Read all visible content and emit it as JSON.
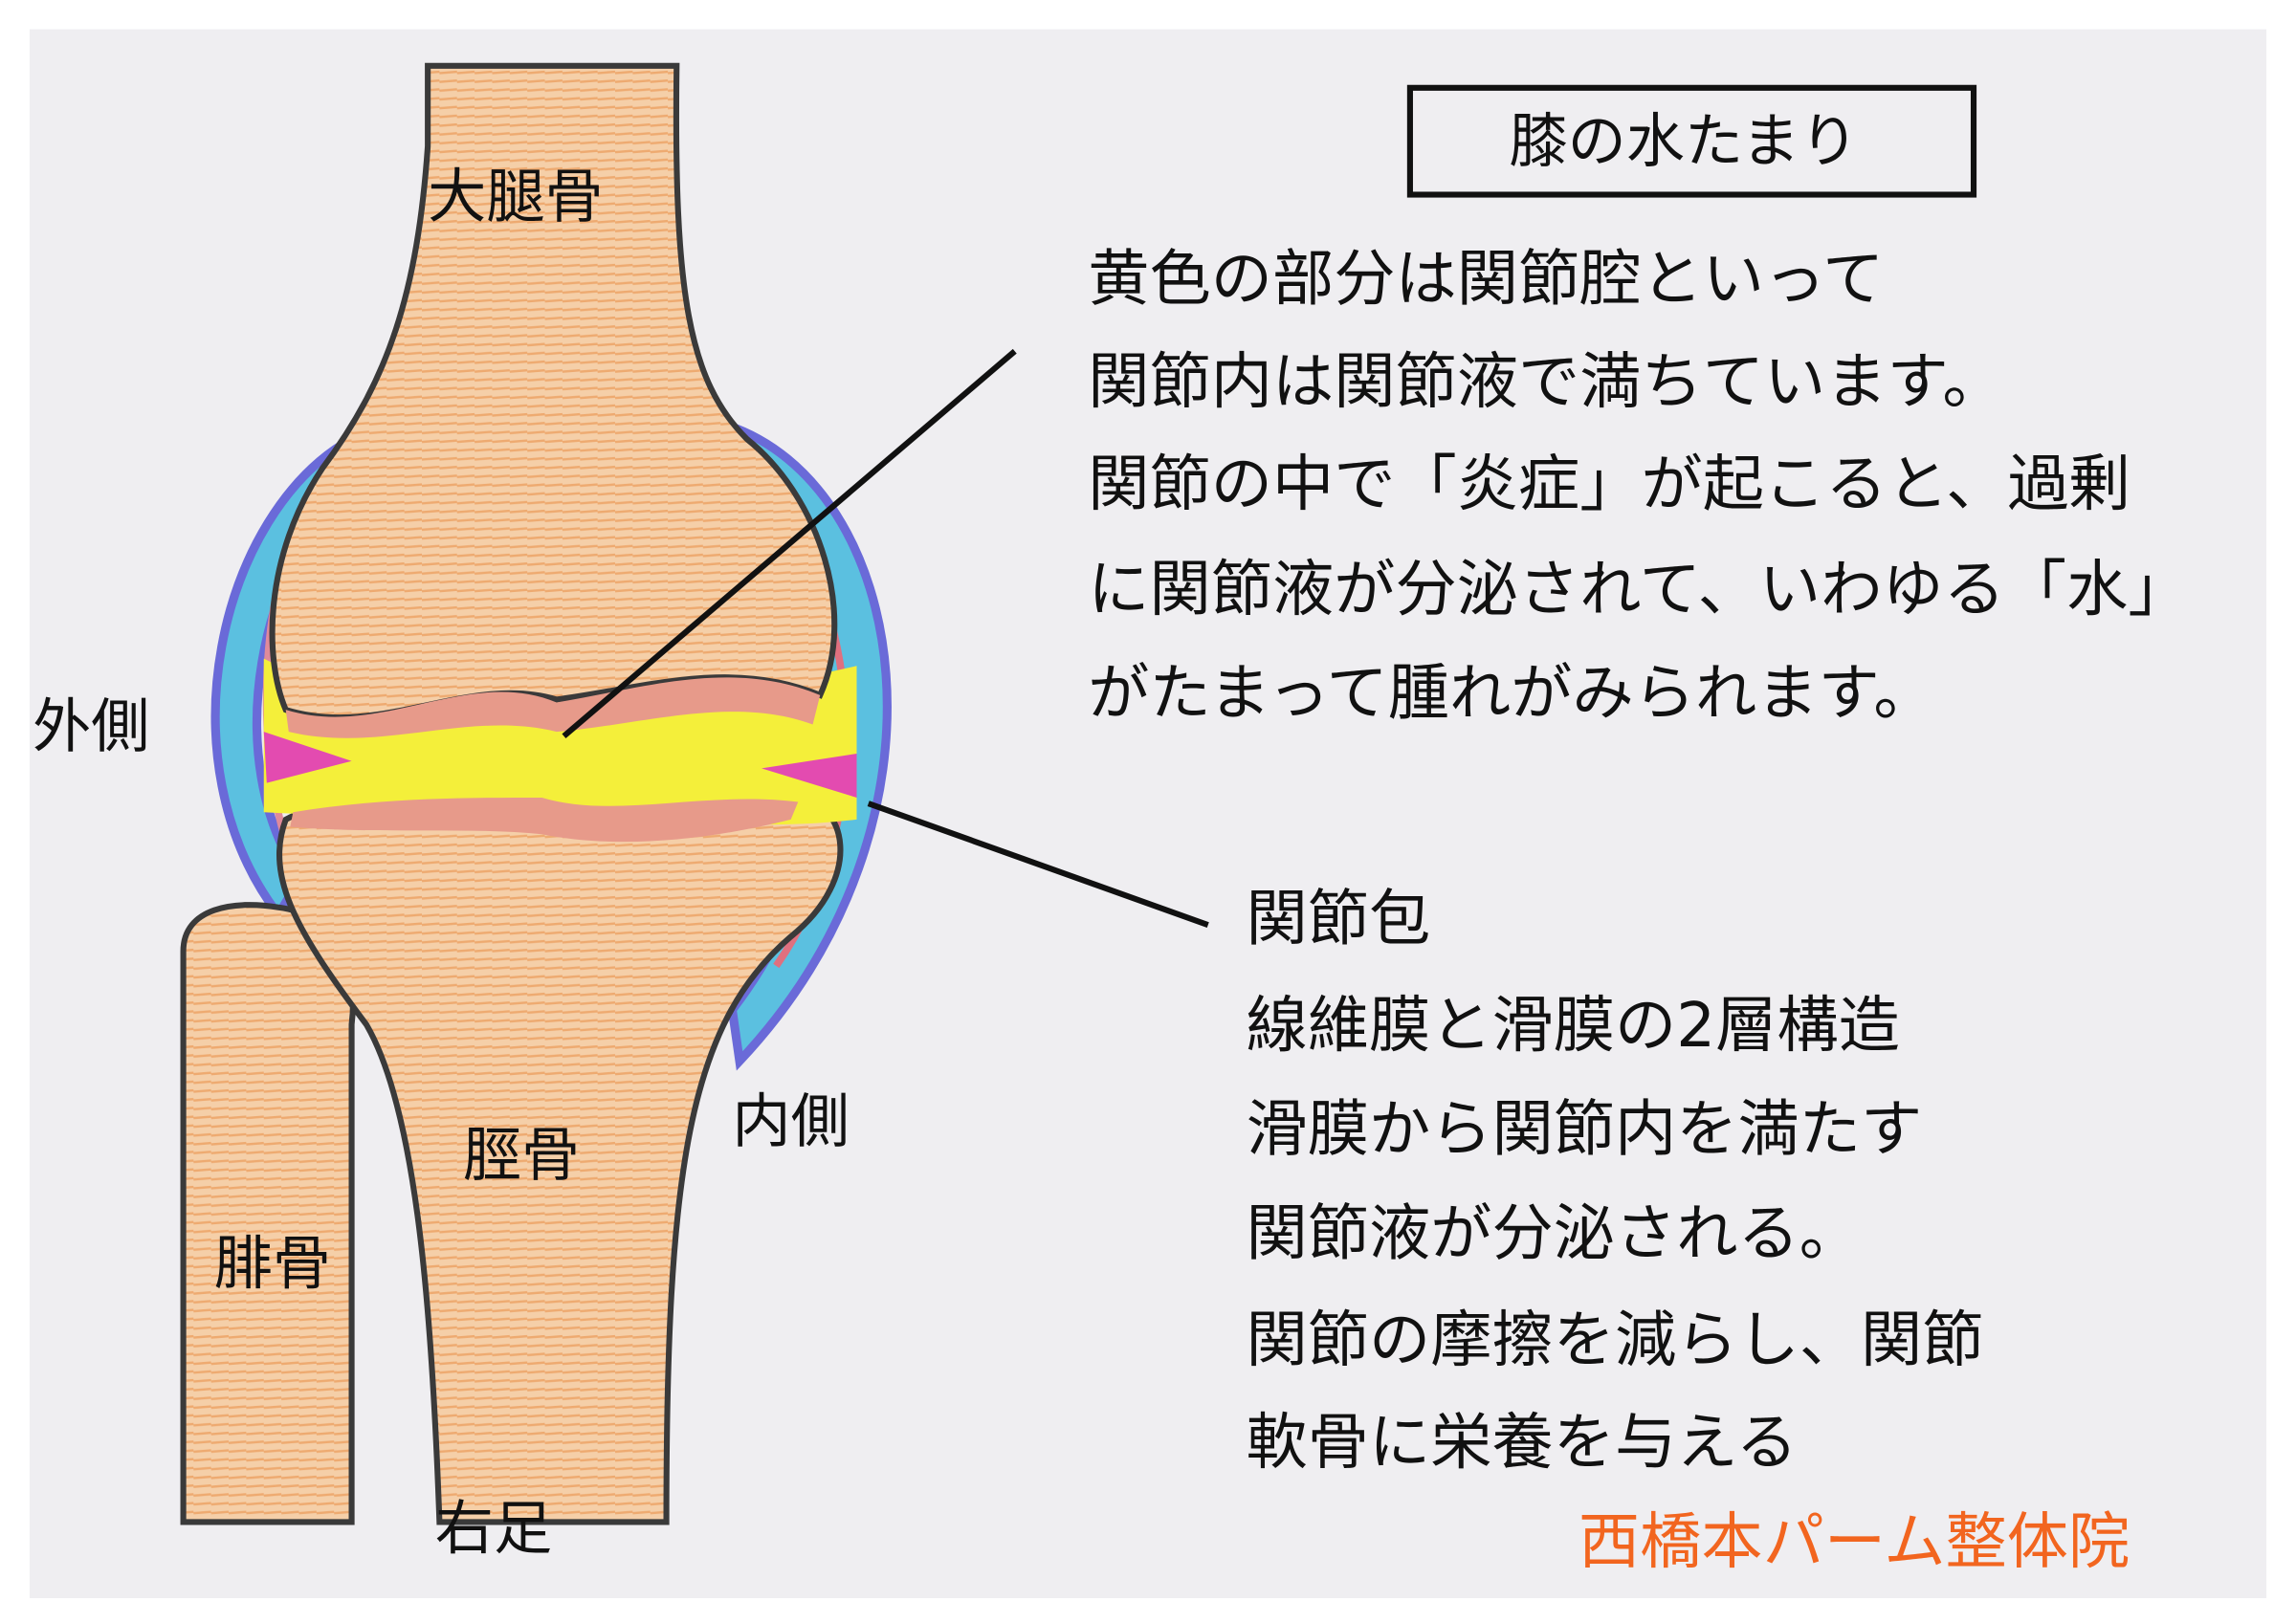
{
  "title": "膝の水たまり",
  "labels": {
    "femur": "大腿骨",
    "lateral": "外側",
    "medial": "内側",
    "tibia": "脛骨",
    "fibula": "腓骨",
    "right_leg": "右足"
  },
  "cavity_text": [
    "黄色の部分は関節腔といって",
    "関節内は関節液で満ちています。",
    "関節の中で「炎症」が起こると、過剰",
    "に関節液が分泌されて、いわゆる「水」",
    "がたまって腫れがみられます。"
  ],
  "capsule_text": [
    "関節包",
    "線維膜と滑膜の2層構造",
    "滑膜から関節内を満たす",
    "関節液が分泌される。",
    "関節の摩擦を減らし、関節",
    "軟骨に栄養を与える"
  ],
  "clinic_name": "西橋本パーム整体院",
  "colors": {
    "paper": "#efeef1",
    "bone": "#f3c9a0",
    "cavity": "#f4ef3a",
    "cartilage": "#e79a8a",
    "meniscus": "#e34bb0",
    "capsule_outer": "#6a6ad8",
    "capsule_inner": "#5bc0e0",
    "clinic": "#f2651f"
  }
}
